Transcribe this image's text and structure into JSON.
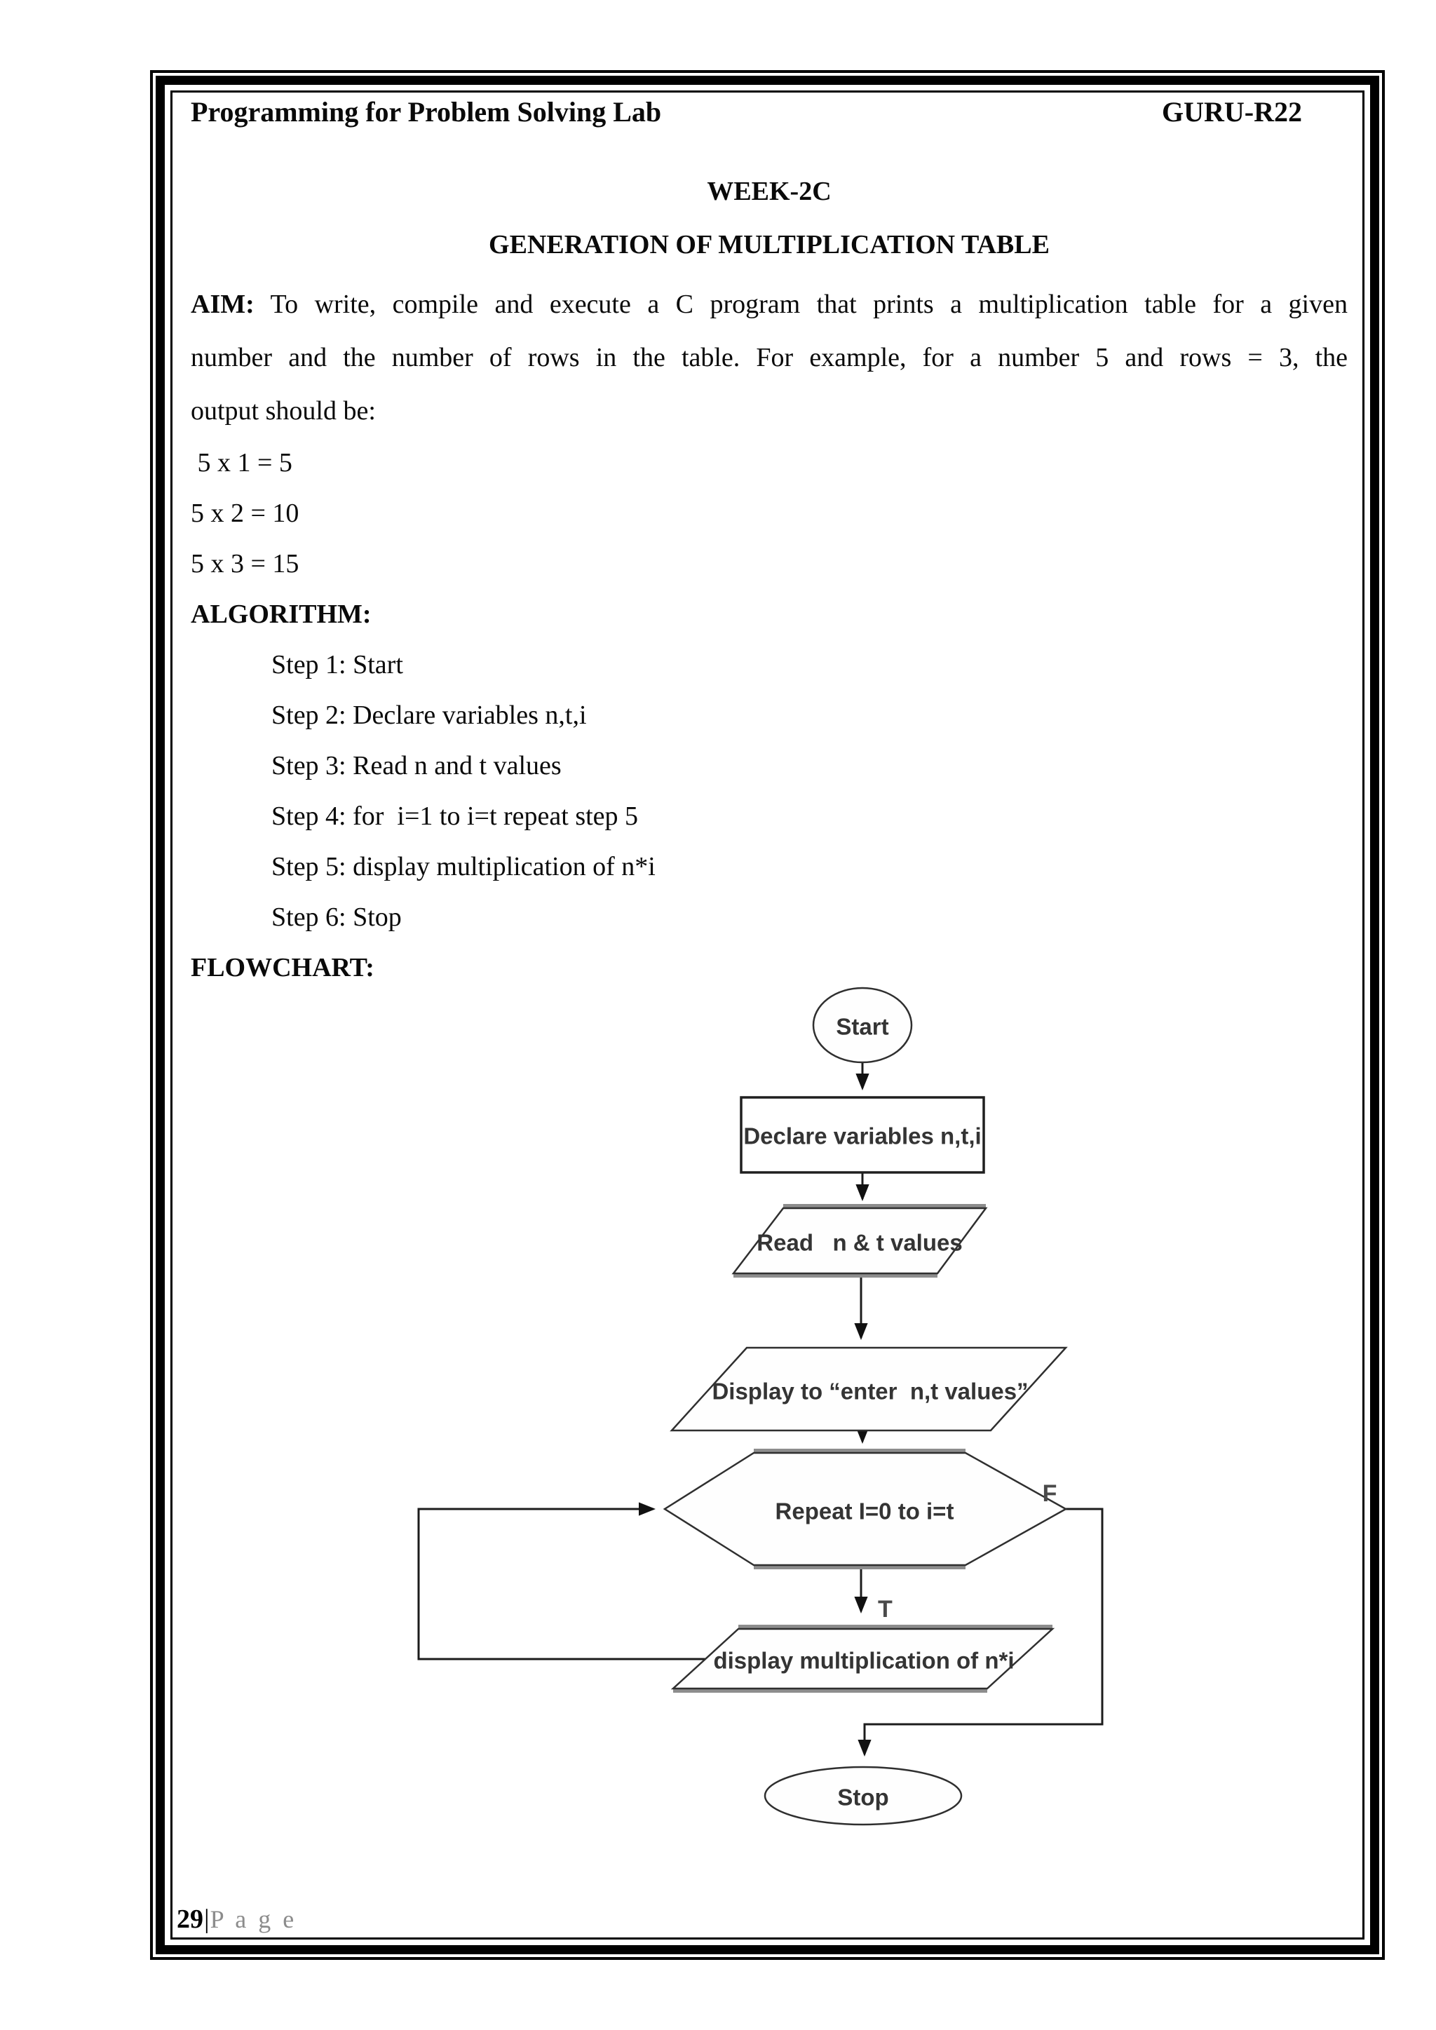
{
  "header": {
    "left": "Programming for Problem Solving Lab",
    "right": "GURU-R22"
  },
  "titles": {
    "week": "WEEK-2C",
    "main": "GENERATION OF MULTIPLICATION TABLE"
  },
  "aim": {
    "label": "AIM:",
    "line1": "To write, compile and execute a C program that prints a multiplication table for a given",
    "line2": "number and the number of rows in the table. For example, for a number 5 and rows = 3, the",
    "line3": "output should be:"
  },
  "example_output": [
    " 5 x 1 = 5",
    "5 x 2 = 10",
    "5 x 3 = 15"
  ],
  "algorithm": {
    "heading": "ALGORITHM:",
    "steps": [
      "Step 1: Start",
      "Step 2: Declare variables n,t,i",
      "Step 3: Read n and t values",
      "Step 4: for  i=1 to i=t repeat step 5",
      "Step 5: display multiplication of n*i",
      "Step 6: Stop"
    ]
  },
  "flowchart": {
    "heading": "FLOWCHART:",
    "nodes": {
      "start": "Start",
      "declare": "Declare variables n,t,i",
      "read": "Read   n & t values",
      "display_prompt": "Display to “enter  n,t values”",
      "repeat": "Repeat I=0 to i=t",
      "display_mult": "display multiplication of n*i",
      "stop": "Stop"
    },
    "branch_labels": {
      "false_label": "F",
      "true_label": "T"
    }
  },
  "footer": {
    "page_number": "29",
    "separator": "|",
    "label": "P a g e"
  }
}
